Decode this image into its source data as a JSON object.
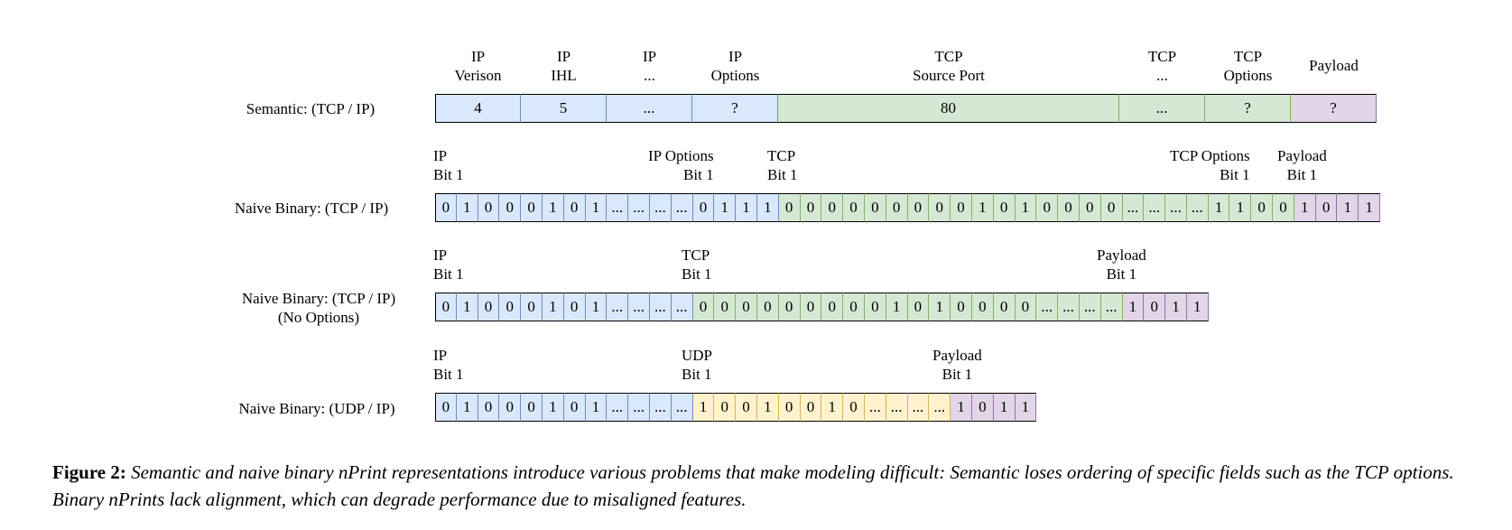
{
  "caption": {
    "label": "Figure 2:",
    "text": "Semantic and naive binary nPrint representations introduce various problems that make modeling difficult: Semantic loses ordering of specific fields such as the TCP options. Binary nPrints lack alignment, which can degrade performance due to misaligned features."
  },
  "rows": [
    {
      "label": [
        "Semantic: (TCP / IP)"
      ],
      "headers": [
        {
          "lines": [
            "IP",
            "Verison"
          ]
        },
        {
          "lines": [
            "IP",
            "IHL"
          ]
        },
        {
          "lines": [
            "IP",
            "..."
          ]
        },
        {
          "lines": [
            "IP",
            "Options"
          ]
        },
        {
          "lines": [
            "TCP",
            "Source Port"
          ]
        },
        {
          "lines": [
            "TCP",
            "..."
          ]
        },
        {
          "lines": [
            "TCP",
            "Options"
          ]
        },
        {
          "lines": [
            "Payload"
          ]
        }
      ],
      "cells": [
        {
          "v": "4",
          "c": "ip"
        },
        {
          "v": "5",
          "c": "ip"
        },
        {
          "v": "...",
          "c": "ip"
        },
        {
          "v": "?",
          "c": "ip"
        },
        {
          "v": "80",
          "c": "tcp"
        },
        {
          "v": "...",
          "c": "tcp"
        },
        {
          "v": "?",
          "c": "tcp"
        },
        {
          "v": "?",
          "c": "pay"
        }
      ]
    },
    {
      "label": [
        "Naive Binary: (TCP / IP)"
      ],
      "headers": [
        {
          "lines": [
            "IP",
            "Bit 1"
          ]
        },
        {
          "lines": [
            "IP Options",
            "Bit 1"
          ]
        },
        {
          "lines": [
            "TCP",
            "Bit 1"
          ]
        },
        {
          "lines": [
            "TCP Options",
            "Bit 1"
          ]
        },
        {
          "lines": [
            "Payload",
            "Bit 1"
          ]
        }
      ],
      "cells_ip": [
        "0",
        "1",
        "0",
        "0",
        "0",
        "1",
        "0",
        "1",
        "...",
        "...",
        "...",
        "...",
        "0",
        "1",
        "1",
        "1"
      ],
      "cells_tcp": [
        "0",
        "0",
        "0",
        "0",
        "0",
        "0",
        "0",
        "0",
        "0",
        "1",
        "0",
        "1",
        "0",
        "0",
        "0",
        "0",
        "...",
        "...",
        "...",
        "...",
        "1",
        "1",
        "0",
        "0"
      ],
      "cells_pay": [
        "1",
        "0",
        "1",
        "1"
      ]
    },
    {
      "label": [
        "Naive Binary: (TCP / IP)",
        "(No Options)"
      ],
      "headers": [
        {
          "lines": [
            "IP",
            "Bit 1"
          ]
        },
        {
          "lines": [
            "TCP",
            "Bit 1"
          ]
        },
        {
          "lines": [
            "Payload",
            "Bit 1"
          ]
        }
      ],
      "cells_ip": [
        "0",
        "1",
        "0",
        "0",
        "0",
        "1",
        "0",
        "1",
        "...",
        "...",
        "...",
        "..."
      ],
      "cells_tcp": [
        "0",
        "0",
        "0",
        "0",
        "0",
        "0",
        "0",
        "0",
        "0",
        "1",
        "0",
        "1",
        "0",
        "0",
        "0",
        "0",
        "...",
        "...",
        "...",
        "..."
      ],
      "cells_pay": [
        "1",
        "0",
        "1",
        "1"
      ]
    },
    {
      "label": [
        "Naive Binary: (UDP / IP)"
      ],
      "headers": [
        {
          "lines": [
            "IP",
            "Bit 1"
          ]
        },
        {
          "lines": [
            "UDP",
            "Bit 1"
          ]
        },
        {
          "lines": [
            "Payload",
            "Bit 1"
          ]
        }
      ],
      "cells_ip": [
        "0",
        "1",
        "0",
        "0",
        "0",
        "1",
        "0",
        "1",
        "...",
        "...",
        "...",
        "..."
      ],
      "cells_udp": [
        "1",
        "0",
        "0",
        "1",
        "0",
        "0",
        "1",
        "0",
        "...",
        "...",
        "...",
        "..."
      ],
      "cells_pay": [
        "1",
        "0",
        "1",
        "1"
      ]
    }
  ]
}
